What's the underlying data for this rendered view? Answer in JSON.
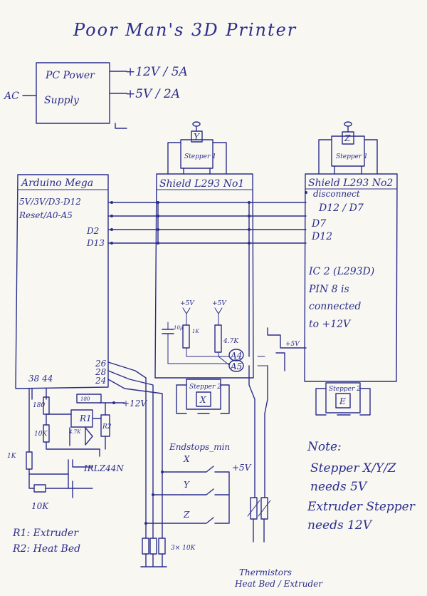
{
  "title": "Poor Man's 3D Printer",
  "power": {
    "block_label_1": "PC Power",
    "block_label_2": "Supply",
    "input": "AC",
    "out_12v": "+12V / 5A",
    "out_5v": "+5V / 2A"
  },
  "arduino": {
    "name": "Arduino Mega",
    "pins_1": "5V/3V/D3-D12",
    "pins_2": "Reset/A0-A5",
    "d2": "D2",
    "d13": "D13",
    "pin_26": "26",
    "pin_28": "28",
    "pin_24": "24",
    "pins_3844": "38 44"
  },
  "shield1": {
    "name": "Shield L293 No1",
    "stepper_top_letter": "Y",
    "stepper_top_label": "Stepper 1",
    "stepper_bottom_letter": "X",
    "stepper_bottom_label": "Stepper 2",
    "plus5v_a": "+5V",
    "plus5v_b": "+5V",
    "cap": "10μ",
    "res_a": "1K",
    "res_b": "4.7K",
    "a4": "A4",
    "a5": "A5"
  },
  "shield2": {
    "name": "Shield L293 No2",
    "stepper_top_letter": "Z",
    "stepper_top_label": "Stepper 1",
    "stepper_bottom_letter": "E",
    "stepper_bottom_label": "Stepper 2",
    "disconnect": "disconnect",
    "d12_d7": "D12 / D7",
    "d7": "D7",
    "d12": "D12",
    "ic2_line1": "IC 2 (L293D)",
    "ic2_line2": "PIN 8 is",
    "ic2_line3": "connected",
    "ic2_line4": "to +12V",
    "plus5v": "+5V"
  },
  "heater": {
    "res_180a": "180",
    "res_10k": "10K",
    "res_180b": "180",
    "res_4_7k": "4.7K",
    "r1": "R1",
    "r2": "R2",
    "res_1k": "1K",
    "mosfet": "IRLZ44N",
    "plus12v": "+12V",
    "heater_res": "10K"
  },
  "endstops": {
    "title": "Endstops_min",
    "x": "X",
    "y": "Y",
    "z": "Z",
    "plus5v": "+5V",
    "pulldown": "3× 10K"
  },
  "thermistors": {
    "label_1": "Thermistors",
    "label_2": "Heat Bed / Extruder"
  },
  "legend": {
    "r1": "R1: Extruder",
    "r2": "R2: Heat Bed"
  },
  "note": {
    "heading": "Note:",
    "line1": "Stepper X/Y/Z",
    "line2": "needs 5V",
    "line3": "Extruder Stepper",
    "line4": "needs 12V"
  }
}
